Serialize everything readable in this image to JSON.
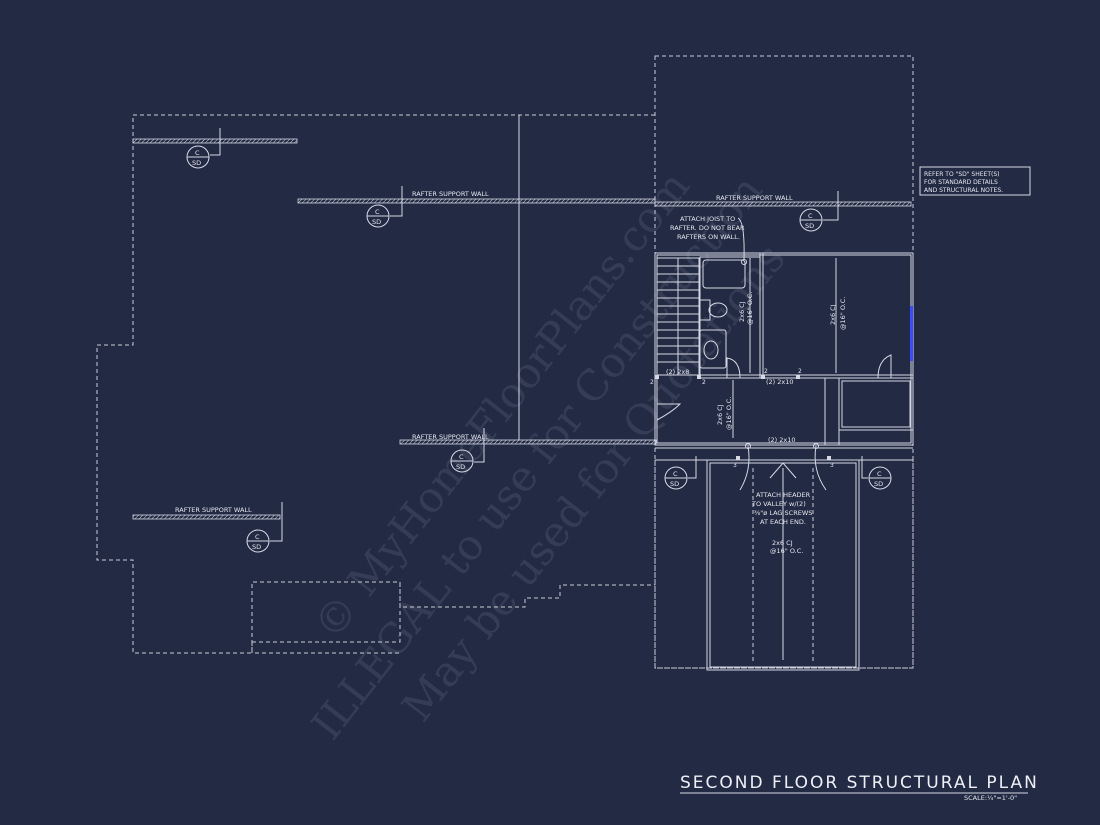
{
  "sheet": {
    "title": "SECOND FLOOR STRUCTURAL PLAN",
    "scale": "SCALE:¼\"=1'-0\""
  },
  "note_box": {
    "lines": [
      "REFER TO \"SD\" SHEET(S)",
      "FOR STANDARD DETAILS",
      "AND STRUCTURAL NOTES."
    ]
  },
  "labels": {
    "rafter_support_wall": "RAFTER SUPPORT WALL",
    "attach_joist": [
      "ATTACH JOIST TO",
      "RAFTER. DO NOT BEAR",
      "RAFTERS ON WALL."
    ],
    "attach_header": [
      "ATTACH HEADER",
      "TO VALLEY w/(2)",
      "⅜\"ø LAG SCREWS",
      "AT EACH END."
    ],
    "cj_2x6": "2x6 CJ",
    "cj_spacing": "@16\" O.C.",
    "hdr_2x8": "(2) 2x8",
    "hdr_2x10": "(2) 2x10",
    "post_2": "2",
    "post_3": "3",
    "tag_top": "C",
    "tag_bottom": "SD"
  },
  "watermark": {
    "line1": "© MyHomeFloorPlans.com",
    "line2": "ILLEGAL to use for Construction",
    "line3": "May be used for Quotations"
  },
  "colors": {
    "background": "#232a44",
    "linework": "#d6d9e4",
    "accent": "#3b4cff"
  }
}
